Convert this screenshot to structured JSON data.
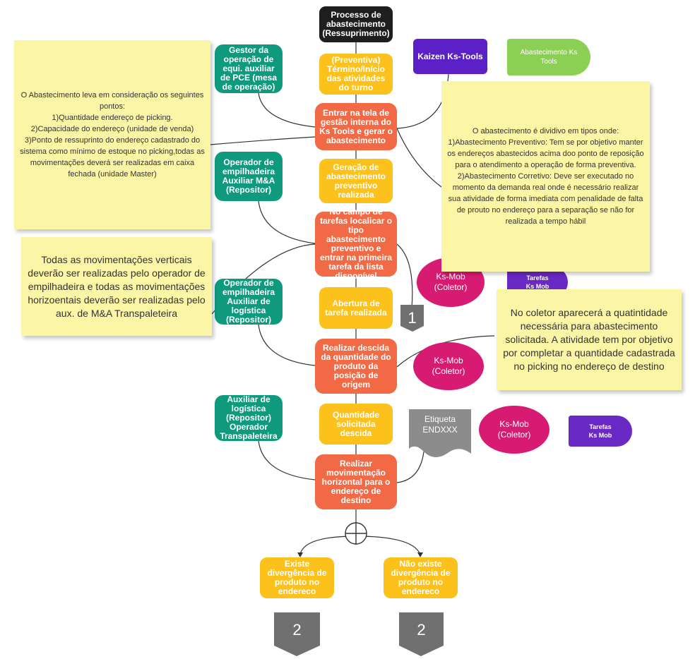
{
  "process_title": "Processo de abastecimento (Ressuprimento)",
  "roles": {
    "gestor": "Gestor da operação de equi. auxiliar de PCE (mesa de operação)",
    "operador_empilhadeira": "Operador de empilhadeira Auxiliar M&A (Repositor)",
    "operador_aux_logistica": "Operador de empilhadeira Auxiliar de logística (Repositor)",
    "aux_logistica": "Auxiliar de logística (Repositor) Operador Transpaleteira"
  },
  "steps": {
    "preventiva": "(Preventiva) Término/Início das atividades do turno",
    "entrar_tela": "Entrar na tela de gestão interna do Ks Tools e gerar o abastecimento",
    "geracao": "Geração de abastecimento preventivo realizada",
    "campo_tarefas": "No campo de tarefas localicar o tipo abastecimento preventivo e entrar na primeira tarefa da lista disponível",
    "abertura": "Abertura de tarefa realizada",
    "descida": "Realizar descida da quantidade do produto da posição de origem",
    "qtd_descida": "Quantidade solicitada descida",
    "mov_horizontal": "Realizar movimentação horizontal para o endereço de destino"
  },
  "outcomes": {
    "existe": "Existe divergência de produto no endereco",
    "nao_existe": "Não existe divergência de produto no endereco"
  },
  "systems": {
    "kaizen": "Kaizen Ks-Tools",
    "abastecimento_ks_tools": "Abastecimento Ks Tools",
    "ks_mob_1": "Ks-Mob (Coletor)",
    "ks_mob_2": "Ks-Mob (Coletor)",
    "ks_mob_3": "Ks-Mob (Coletor)",
    "tarefas_1": "Tarefas Ks Mob",
    "tarefas_2": "Tarefas Ks Mob"
  },
  "document_label": "Etiqueta ENDXXX",
  "connectors": {
    "one": "1",
    "two_left": "2",
    "two_right": "2"
  },
  "notes": {
    "abastecimento_pontos": "O Abastecimento leva em consideração os seguintes pontos:\n1)Quantidade endereço de picking.\n2)Capacidade do endereço (unidade de venda)\n3)Ponto de ressuprinto do endereço cadastrado do sistema como mínimo de estoque no picking,todas as movimentações deverá ser realizadas em caixa fechada (unidade Master)",
    "movimentacoes": "Todas as movimentações verticais deverão ser realizadas pelo operador de empilhadeira e todas as movimentações horizoentais deverão ser realizadas pelo aux. de M&A Transpaleteira",
    "tipos": "O abastecimento é dividivo em tipos onde:\n1)Abastecimento Preventivo: Tem se por objetivo manter os endereços abastecidos acima doo ponto de reposição para o atendimento a operação de forma preventiva.\n2)Abastecimento Corretivo: Deve ser executado no momento da demanda real onde é necessário realizar sua atividade de forma imediata com penalidade de falta de prouto no endereço para a separação se não for realizada a tempo hábil",
    "coletor": "No coletor aparecerá a quatintidade necessária para abastecimento solicitada. A atividade tem por objetivo por completar a quantidade cadastrada no picking no endereço de destino"
  },
  "colors": {
    "start": "#1e1e1e",
    "role": "#0f9a7e",
    "action": "#f26a45",
    "event": "#fcc21b",
    "system": "#5b21c7",
    "device": "#d81b72",
    "note": "#fbf5a6",
    "connector": "#707070"
  }
}
